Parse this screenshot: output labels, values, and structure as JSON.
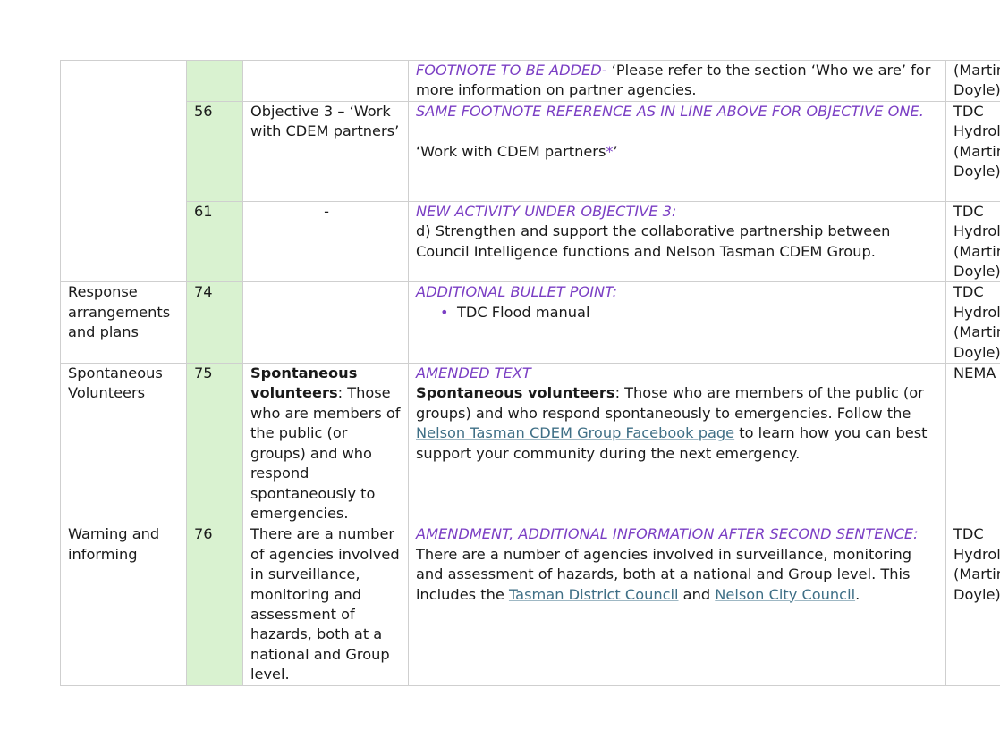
{
  "rows": [
    {
      "section": [],
      "page": "",
      "original": "",
      "change_note": "FOOTNOTE TO BE ADDED-",
      "change_text": " ‘Please refer to the section ‘Who we are’ for more information on partner agencies.",
      "submitter": [
        "(Martin",
        "Doyle)"
      ]
    },
    {
      "section": [],
      "page": "56",
      "original": "Objective 3 – ‘Work with CDEM partners’",
      "change_note": "SAME FOOTNOTE REFERENCE AS IN LINE ABOVE FOR OBJECTIVE ONE.",
      "change_text_before": "‘Work with CDEM partners",
      "change_star": "*",
      "change_text_after": "’",
      "submitter": [
        "TDC",
        "Hydrol",
        "(Martin",
        "Doyle)"
      ]
    },
    {
      "section": [],
      "page": "61",
      "original": "-",
      "change_note": "NEW ACTIVITY UNDER OBJECTIVE 3:",
      "change_text": "d) Strengthen and support the collaborative partnership between Council Intelligence functions and Nelson Tasman CDEM Group.",
      "submitter": [
        "TDC",
        "Hydrol",
        "(Martin",
        "Doyle)"
      ]
    },
    {
      "section": [
        "Response",
        "arrangements",
        "and plans"
      ],
      "page": "74",
      "original": "",
      "change_note": "ADDITIONAL BULLET POINT:",
      "bullet_symbol": "•",
      "bullet": "TDC Flood manual",
      "submitter": [
        "TDC",
        "Hydrol",
        "(Martin",
        "Doyle)"
      ]
    },
    {
      "section": [
        "Spontaneous",
        "Volunteers"
      ],
      "page": "75",
      "original_bold": "Spontaneous volunteers",
      "original_rest": ": Those who are members of the public (or groups) and who respond spontaneously to emergencies.",
      "change_note": "AMENDED TEXT",
      "change_bold": "Spontaneous volunteers",
      "change_text_1": ": Those who are members of the public (or groups) and who respond spontaneously to emergencies. Follow the ",
      "change_link": "Nelson Tasman CDEM Group Facebook page",
      "change_text_2": " to learn how you can best support your community during the next emergency.",
      "submitter": [
        "NEMA"
      ]
    },
    {
      "section": [
        "Warning and",
        "informing"
      ],
      "page": "76",
      "original": "There are a number of agencies involved in surveillance, monitoring and assessment of hazards, both at a national and Group level.",
      "change_note": "AMENDMENT, ADDITIONAL INFORMATION AFTER SECOND SENTENCE:",
      "change_text_1": "There are a number of agencies involved in surveillance, monitoring and assessment of hazards, both at a national and Group level. This includes the ",
      "change_link_1": "Tasman District Council",
      "change_text_2": " and ",
      "change_link_2": "Nelson City Council",
      "change_text_3": ".",
      "submitter": [
        "TDC",
        "Hydrol",
        "(Martin",
        "Doyle)"
      ]
    }
  ]
}
